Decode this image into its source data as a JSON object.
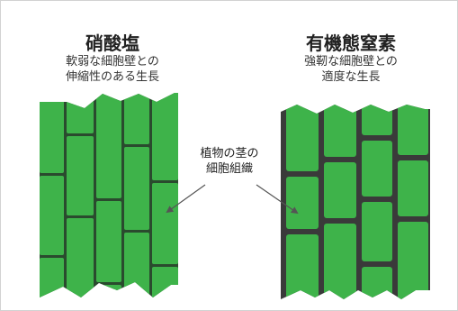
{
  "left": {
    "title": "硝酸塩",
    "subtitle_line1": "軟弱な細胞壁との",
    "subtitle_line2": "伸縮性のある生長"
  },
  "right": {
    "title": "有機態窒素",
    "subtitle_line1": "強靭な細胞壁との",
    "subtitle_line2": "適度な生長"
  },
  "center": {
    "label_line1": "植物の茎の",
    "label_line2": "細胞組織"
  },
  "colors": {
    "cell_fill": "#3eb34a",
    "left_wall": "#2a4a2e",
    "right_wall": "#3a3a3a",
    "arrow": "#555555"
  }
}
